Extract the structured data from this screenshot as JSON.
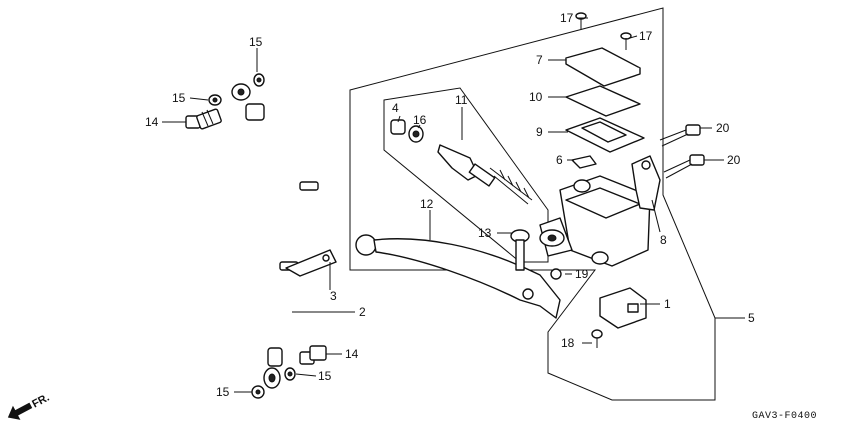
{
  "callouts": {
    "c1": "1",
    "c2": "2",
    "c3": "3",
    "c4": "4",
    "c5": "5",
    "c6": "6",
    "c7": "7",
    "c8": "8",
    "c9": "9",
    "c10": "10",
    "c11": "11",
    "c12": "12",
    "c13": "13",
    "c14a": "14",
    "c14b": "14",
    "c15a": "15",
    "c15b": "15",
    "c15c": "15",
    "c15d": "15",
    "c16": "16",
    "c17a": "17",
    "c17b": "17",
    "c18": "18",
    "c19": "19",
    "c20a": "20",
    "c20b": "20"
  },
  "direction_label": "FR.",
  "diagram_code": "GAV3-F0400"
}
